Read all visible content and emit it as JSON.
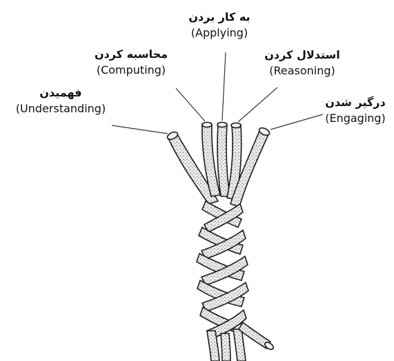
{
  "strands": [
    {
      "id": "understanding",
      "fa": "فهمیدن",
      "en": "(Understanding)"
    },
    {
      "id": "computing",
      "fa": "محاسبه کردن",
      "en": "(Computing)"
    },
    {
      "id": "applying",
      "fa": "به کار بردن",
      "en": "(Applying)"
    },
    {
      "id": "reasoning",
      "fa": "استدلال کردن",
      "en": "(Reasoning)"
    },
    {
      "id": "engaging",
      "fa": "درگیر شدن",
      "en": "(Engaging)"
    }
  ],
  "colors": {
    "text": "#111111",
    "strand_outline": "#1a1a1a",
    "strand_fill": "#e9e9e9",
    "stipple": "#6b6b6b",
    "leader_line": "#333333"
  }
}
